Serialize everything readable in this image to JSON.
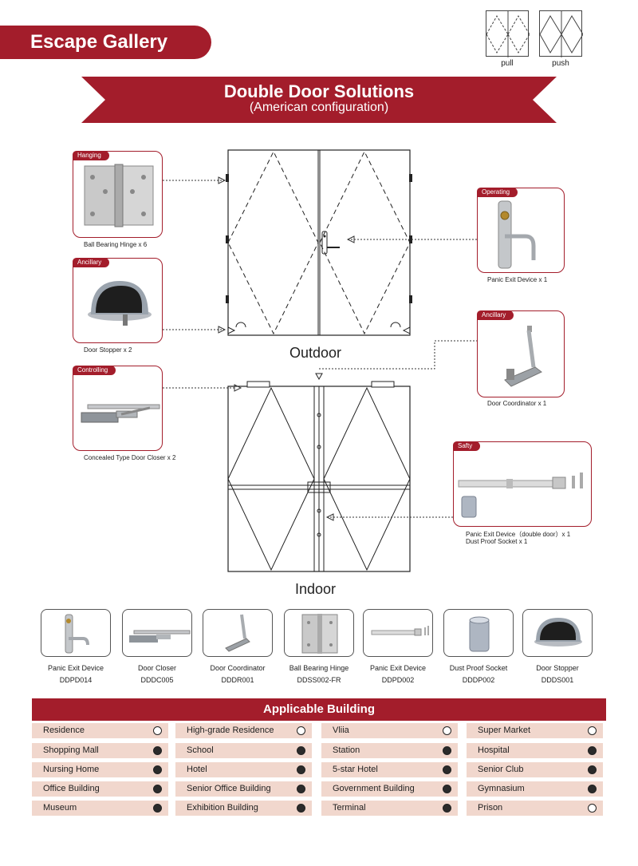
{
  "header": {
    "title": "Escape Gallery"
  },
  "legend": {
    "pull": "pull",
    "push": "push"
  },
  "banner": {
    "title": "Double Door Solutions",
    "subtitle": "(American configuration)"
  },
  "doors": {
    "outdoor": "Outdoor",
    "indoor": "Indoor"
  },
  "callouts": {
    "hanging": {
      "tag": "Hanging",
      "caption": "Ball Bearing Hinge x 6"
    },
    "ancillary_left": {
      "tag": "Ancillary",
      "caption": "Door Stopper x 2"
    },
    "controlling": {
      "tag": "Controlling",
      "caption": "Concealed Type Door Closer x 2"
    },
    "operating": {
      "tag": "Operating",
      "caption": "Panic Exit Device x 1"
    },
    "ancillary_right": {
      "tag": "Ancillary",
      "caption": "Door Coordinator x 1"
    },
    "safety": {
      "tag": "Safty",
      "caption1": "Panic  Exit  Device（double  door）x 1",
      "caption2": "Dust  Proof Socket  x 1"
    }
  },
  "products": [
    {
      "name": "Panic Exit Device",
      "code": "DDPD014",
      "icon": "lever-handle-icon"
    },
    {
      "name": "Door Closer",
      "code": "DDDC005",
      "icon": "door-closer-icon"
    },
    {
      "name": "Door Coordinator",
      "code": "DDDR001",
      "icon": "door-coordinator-icon"
    },
    {
      "name": "Ball Bearing Hinge",
      "code": "DDSS002-FR",
      "icon": "hinge-icon"
    },
    {
      "name": "Panic Exit Device",
      "code": "DDPD002",
      "icon": "panic-bar-icon"
    },
    {
      "name": "Dust Proof Socket",
      "code": "DDDP002",
      "icon": "socket-icon"
    },
    {
      "name": "Door Stopper",
      "code": "DDDS001",
      "icon": "door-stopper-icon"
    }
  ],
  "applicable": {
    "title": "Applicable Building",
    "items": [
      {
        "label": "Residence",
        "filled": false
      },
      {
        "label": "High-grade Residence",
        "filled": false
      },
      {
        "label": "Vliia",
        "filled": false
      },
      {
        "label": "Super Market",
        "filled": false
      },
      {
        "label": "Shopping Mall",
        "filled": true
      },
      {
        "label": "School",
        "filled": true
      },
      {
        "label": "Station",
        "filled": true
      },
      {
        "label": "Hospital",
        "filled": true
      },
      {
        "label": "Nursing Home",
        "filled": true
      },
      {
        "label": "Hotel",
        "filled": true
      },
      {
        "label": "5-star Hotel",
        "filled": true
      },
      {
        "label": "Senior Club",
        "filled": true
      },
      {
        "label": "Office Building",
        "filled": true
      },
      {
        "label": "Senior Office Building",
        "filled": true
      },
      {
        "label": "Government Building",
        "filled": true
      },
      {
        "label": "Gymnasium",
        "filled": true
      },
      {
        "label": "Museum",
        "filled": true
      },
      {
        "label": "Exhibition Building",
        "filled": true
      },
      {
        "label": "Terminal",
        "filled": true
      },
      {
        "label": "Prison",
        "filled": false
      }
    ]
  },
  "colors": {
    "accent": "#a31d2b",
    "cell": "#f1d7cd"
  }
}
